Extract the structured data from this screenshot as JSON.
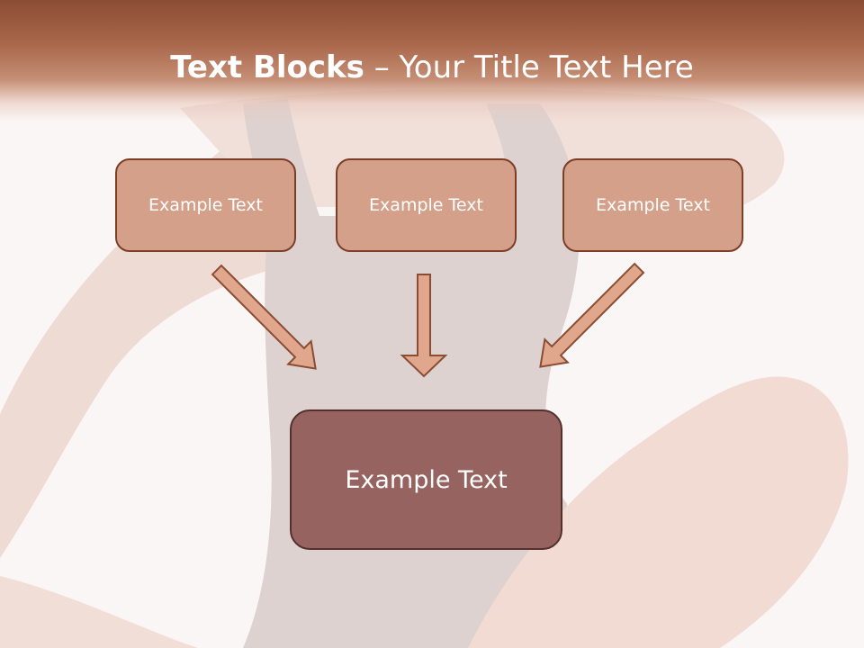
{
  "slide": {
    "title_bold": "Text Blocks",
    "title_dash": " – ",
    "title_rest": "Your Title Text Here"
  },
  "blocks": [
    {
      "label": "Example Text"
    },
    {
      "label": "Example Text"
    },
    {
      "label": "Example Text"
    }
  ],
  "target": {
    "label": "Example Text"
  },
  "colors": {
    "header": "#8a4d34",
    "block_fill": "#d5a08a",
    "block_border": "#7d3e26",
    "target_fill": "#966361",
    "target_border": "#54302d",
    "arrow_fill": "#e0a78c",
    "arrow_stroke": "#8a4d34"
  }
}
